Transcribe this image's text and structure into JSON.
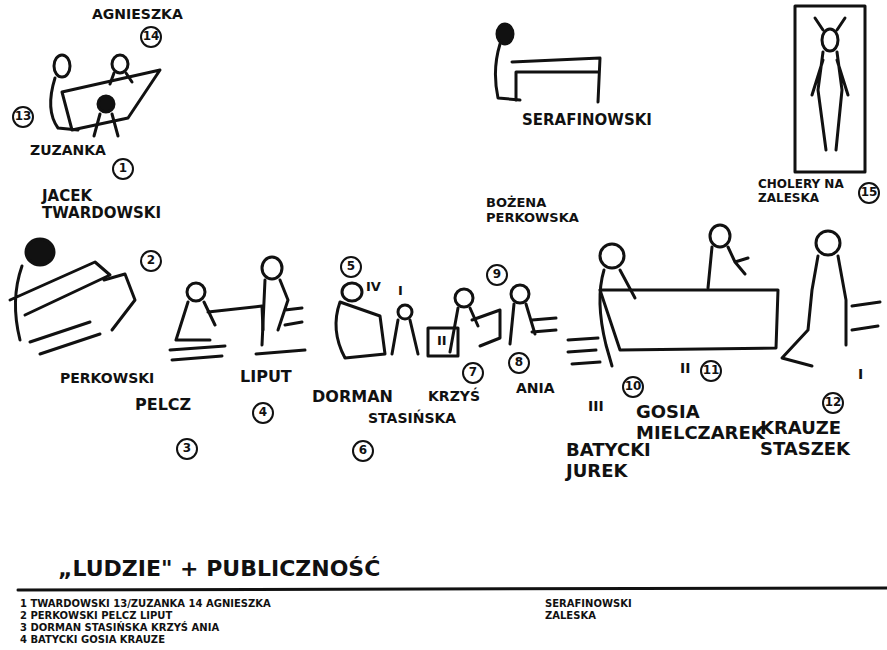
{
  "diagram": {
    "title": "„LUDZIE\" + PUBLICZNOŚĆ",
    "labels": [
      "AGNIESZKA",
      "14",
      "13",
      "ZUZANKA",
      "1",
      "SERAFINOWSKI",
      "CHOLERY NA ZALESKA",
      "15",
      "JACEK TWARDOWSKI",
      "2",
      "PERKOWSKI",
      "PELCZ",
      "3",
      "LIPUT",
      "4",
      "5",
      "IV",
      "I",
      "BOŻENA PERKOWSKA",
      "9",
      "DORMAN",
      "KRZYŚ",
      "STASIŃSKA",
      "6",
      "7",
      "II",
      "ANIA",
      "8",
      "III",
      "BATYCKI JUREK",
      "10",
      "II",
      "11",
      "GOSIA MIELCZAREK",
      "I",
      "12",
      "KRAUZE STASZEK",
      "1 TWARDOWSKI 13/ZUZANKA 14 AGNIESZKA",
      "2 PERKOWSKI PELCZ LIPUT",
      "3 DORMAN STASIŃSKA KRZYŚ ANIA",
      "4 BATYCKI GOSIA KRAUZE",
      "SERAFINOWSKI ZALESKA"
    ]
  }
}
